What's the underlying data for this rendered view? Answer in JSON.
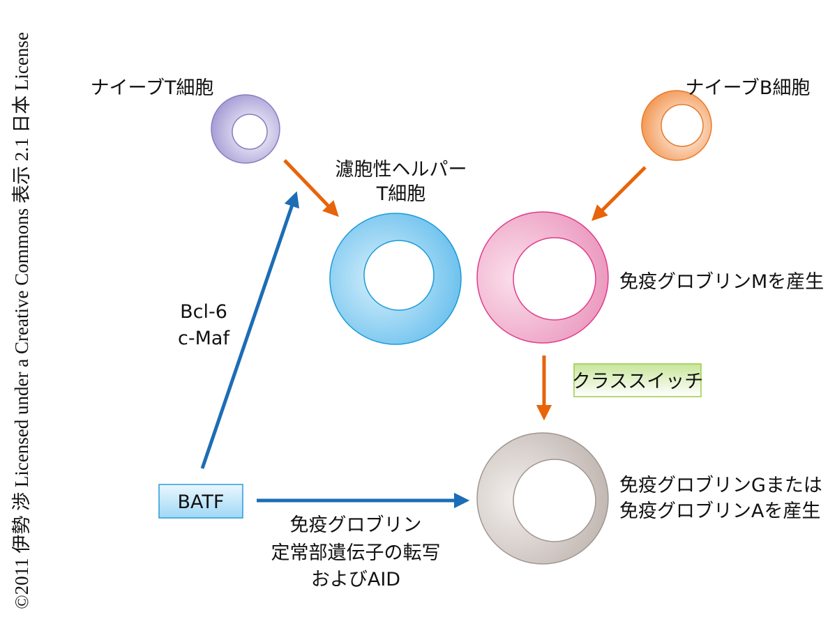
{
  "copyright": "©2011 伊勢 渉  Licensed under a Creative Commons 表示 2.1 日本 License",
  "cells": {
    "naive_t": {
      "label": "ナイーブT細胞",
      "color": "#b4acdc"
    },
    "naive_b": {
      "label": "ナイーブB細胞",
      "color": "#f6a468"
    },
    "tfh": {
      "label_line1": "濾胞性ヘルパー",
      "label_line2": "T細胞",
      "color": "#86cdf0"
    },
    "igm": {
      "label": "免疫グロブリンMを産生",
      "color": "#f0a6c8"
    },
    "igga": {
      "label_line1": "免疫グロブリンGまたは",
      "label_line2": "免疫グロブリンAを産生",
      "color": "#cfc7c3"
    }
  },
  "factors": {
    "line1": "Bcl-6",
    "line2": "c-Maf"
  },
  "batf": {
    "label": "BATF"
  },
  "class_switch": {
    "label": "クラススイッチ"
  },
  "batf_effect": {
    "line1": "免疫グロブリン",
    "line2": "定常部遺伝子の転写",
    "line3": "およびAID"
  },
  "colors": {
    "orange_arrow": "#e8630a",
    "blue_arrow": "#1c6db5"
  }
}
